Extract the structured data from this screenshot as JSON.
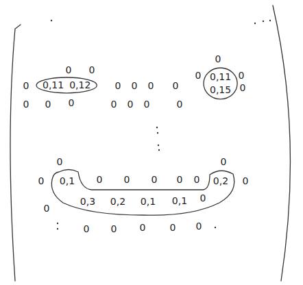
{
  "diagram": {
    "nodes": [
      {
        "text": [
          "0,11",
          "0,12"
        ]
      },
      {
        "text": [
          "0,11",
          "0,15"
        ]
      },
      {
        "text": [
          "0,1",
          "0,2",
          "0,3",
          "0,2",
          "0,1",
          "0,1",
          "0"
        ]
      }
    ],
    "labels": [
      "0",
      "0",
      "0",
      "0",
      "0",
      "0",
      "0",
      "0",
      "0",
      "0",
      "0",
      "0",
      "0",
      "0",
      "0",
      "0",
      "0",
      "0",
      "0",
      "0",
      "0",
      "0",
      "0",
      "0",
      "0",
      "0",
      "0",
      "0",
      "0",
      "0",
      "0",
      "0",
      "0"
    ]
  }
}
